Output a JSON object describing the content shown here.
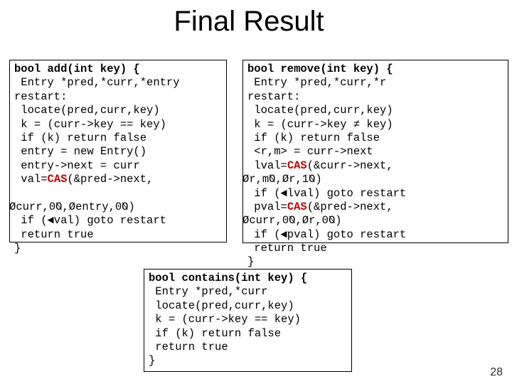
{
  "title": "Final Result",
  "page_number": "28",
  "colors": {
    "background": "#ffffff",
    "text": "#000000",
    "border": "#000000",
    "cas_red": "#c00000"
  },
  "symbols": {
    "tuple_open_fallback_glyph": "Ø",
    "tuple_close_fallback_glyph": "Ø mirrored",
    "not_operator_fallback_glyph": "◄"
  },
  "code_boxes": [
    {
      "id": "add",
      "function": "add",
      "lines": [
        {
          "b": true,
          "seg": [
            [
              "bool add(int key) {",
              ""
            ]
          ]
        },
        {
          "seg": [
            [
              " Entry *pred,*curr,*entry",
              ""
            ]
          ]
        },
        {
          "seg": [
            [
              "restart:",
              ""
            ]
          ]
        },
        {
          "seg": [
            [
              " locate(pred,curr,key)",
              ""
            ]
          ]
        },
        {
          "seg": [
            [
              " k = (curr->key == key)",
              ""
            ]
          ]
        },
        {
          "seg": [
            [
              " if (k) return false",
              ""
            ]
          ]
        },
        {
          "seg": [
            [
              " entry = new Entry()",
              ""
            ]
          ]
        },
        {
          "seg": [
            [
              " entry->next = curr",
              ""
            ]
          ]
        },
        {
          "seg": [
            [
              " val=",
              ""
            ],
            [
              "CAS",
              "r"
            ],
            [
              "(&pred->next,",
              ""
            ]
          ]
        },
        {
          "seg": [
            [
              "",
              ""
            ]
          ]
        },
        {
          "neg": true,
          "seg": [
            [
              "Ø",
              ""
            ],
            [
              "curr,0",
              ""
            ],
            [
              "Ø",
              "f"
            ],
            [
              ",",
              ""
            ],
            [
              "Ø",
              ""
            ],
            [
              "entry,0",
              ""
            ],
            [
              "Ø",
              "f"
            ],
            [
              ")",
              ""
            ]
          ]
        },
        {
          "seg": [
            [
              " if (◄val) goto restart",
              ""
            ]
          ]
        },
        {
          "seg": [
            [
              " return true",
              ""
            ]
          ]
        },
        {
          "seg": [
            [
              "}",
              ""
            ]
          ]
        }
      ]
    },
    {
      "id": "remove",
      "function": "remove",
      "lines": [
        {
          "b": true,
          "seg": [
            [
              "bool remove(int key) {",
              ""
            ]
          ]
        },
        {
          "seg": [
            [
              " Entry *pred,*curr,*r",
              ""
            ]
          ]
        },
        {
          "seg": [
            [
              "restart:",
              ""
            ]
          ]
        },
        {
          "seg": [
            [
              " locate(pred,curr,key)",
              ""
            ]
          ]
        },
        {
          "seg": [
            [
              " k = (curr->key ≠ key)",
              ""
            ]
          ]
        },
        {
          "seg": [
            [
              " if (k) return false",
              ""
            ]
          ]
        },
        {
          "seg": [
            [
              " <r,m> = curr->next",
              ""
            ]
          ]
        },
        {
          "seg": [
            [
              " lval=",
              ""
            ],
            [
              "CAS",
              "r"
            ],
            [
              "(&curr->next,",
              ""
            ]
          ]
        },
        {
          "neg": true,
          "seg": [
            [
              "Ø",
              ""
            ],
            [
              "r,m",
              ""
            ],
            [
              "Ø",
              "f"
            ],
            [
              ",",
              ""
            ],
            [
              "Ø",
              ""
            ],
            [
              "r,1",
              ""
            ],
            [
              "Ø",
              "f"
            ],
            [
              ")",
              ""
            ]
          ]
        },
        {
          "seg": [
            [
              " if (◄lval) goto restart",
              ""
            ]
          ]
        },
        {
          "seg": [
            [
              " pval=",
              ""
            ],
            [
              "CAS",
              "r"
            ],
            [
              "(&pred->next,",
              ""
            ]
          ]
        },
        {
          "neg": true,
          "seg": [
            [
              "Ø",
              ""
            ],
            [
              "curr,0",
              ""
            ],
            [
              "Ø",
              "f"
            ],
            [
              ",",
              ""
            ],
            [
              "Ø",
              ""
            ],
            [
              "r,0",
              ""
            ],
            [
              "Ø",
              "f"
            ],
            [
              ")",
              ""
            ]
          ]
        },
        {
          "seg": [
            [
              " if (◄pval) goto restart",
              ""
            ]
          ]
        },
        {
          "seg": [
            [
              " return true",
              ""
            ]
          ]
        },
        {
          "seg": [
            [
              "}",
              ""
            ]
          ]
        }
      ]
    },
    {
      "id": "contains",
      "function": "contains",
      "lines": [
        {
          "b": true,
          "seg": [
            [
              "bool contains(int key) {",
              ""
            ]
          ]
        },
        {
          "seg": [
            [
              " Entry *pred,*curr",
              ""
            ]
          ]
        },
        {
          "seg": [
            [
              " locate(pred,curr,key)",
              ""
            ]
          ]
        },
        {
          "seg": [
            [
              " k = (curr->key == key)",
              ""
            ]
          ]
        },
        {
          "seg": [
            [
              " if (k) return false",
              ""
            ]
          ]
        },
        {
          "seg": [
            [
              " return true",
              ""
            ]
          ]
        },
        {
          "seg": [
            [
              "}",
              ""
            ]
          ]
        }
      ]
    }
  ]
}
